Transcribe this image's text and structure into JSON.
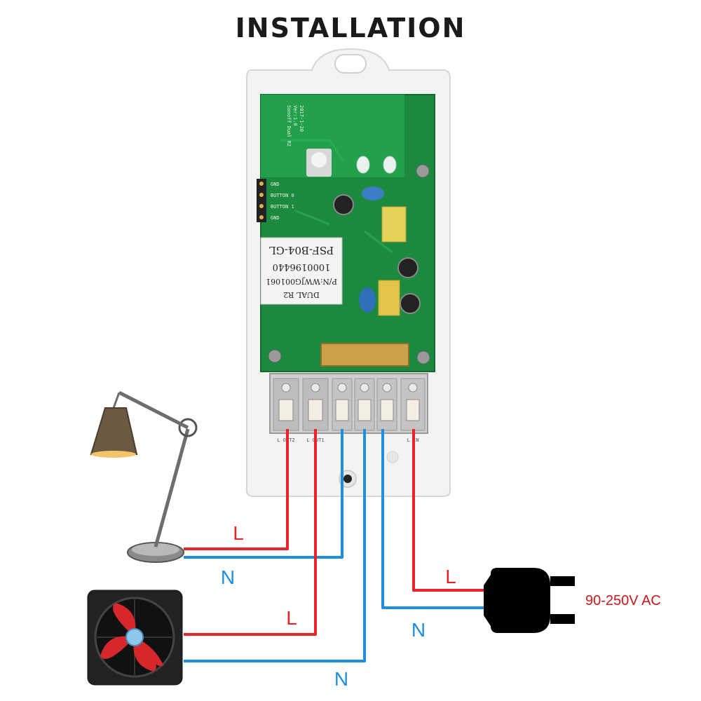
{
  "title": "INSTALLATION",
  "colors": {
    "live": "#e8242a",
    "neutral": "#1e8fe0",
    "pcb": "#1b8a3e",
    "enclosure": "#f2f2f2",
    "terminal": "#c8c8c8"
  },
  "labels": {
    "lamp_live": "L",
    "lamp_neutral": "N",
    "fan_live": "L",
    "fan_neutral": "N",
    "plug_live": "L",
    "plug_neutral": "N",
    "supply": "90-250V AC"
  },
  "device": {
    "sticker_lines": [
      "DUAL R2",
      "P/N:WWJG001061",
      "1000196440",
      "PSF-B04-GL"
    ],
    "header_pins": [
      "GND",
      "BUTTON 0",
      "BUTTON 1",
      "GND"
    ],
    "board_text": [
      "Sonoff Dual R2",
      "Ver:1.0",
      "2017-1-20"
    ],
    "terminal_labels": [
      "L OUT2",
      "L OUT1",
      "",
      "",
      "",
      "L IN"
    ]
  },
  "icons": {
    "lamp": "desk-lamp-icon",
    "fan": "exhaust-fan-icon",
    "plug": "power-plug-icon"
  }
}
